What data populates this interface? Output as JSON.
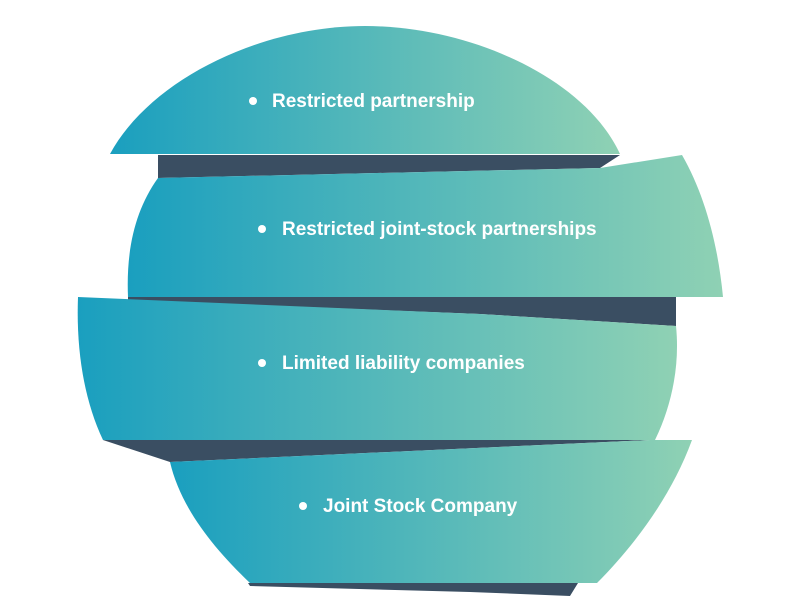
{
  "diagram": {
    "items": [
      {
        "label": "Restricted partnership"
      },
      {
        "label": "Restricted joint-stock partnerships"
      },
      {
        "label": "Limited liability companies"
      },
      {
        "label": "Joint Stock Company"
      }
    ],
    "colors": {
      "gradient_start": "#1a9fbf",
      "gradient_end": "#8fd1b4",
      "shadow": "#3a4e62",
      "text": "#ffffff"
    }
  }
}
